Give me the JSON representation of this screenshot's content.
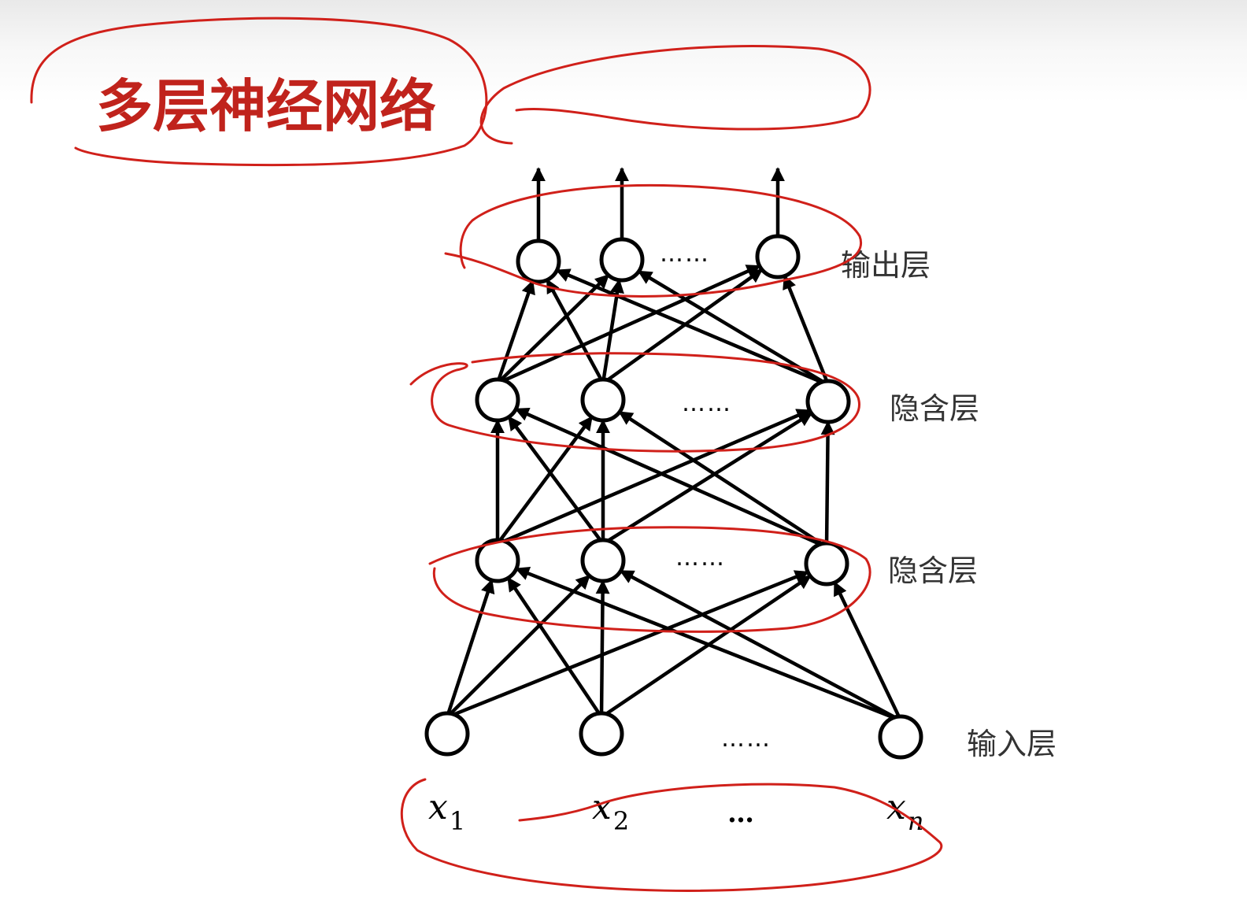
{
  "title": "多层神经网络",
  "layers": {
    "output": {
      "label": "输出层",
      "ellipsis": "……"
    },
    "hidden2": {
      "label": "隐含层",
      "ellipsis": "……"
    },
    "hidden1": {
      "label": "隐含层",
      "ellipsis": "……"
    },
    "input": {
      "label": "输入层",
      "ellipsis": "……"
    }
  },
  "inputs": {
    "x1": {
      "base": "x",
      "sub": "1"
    },
    "x2": {
      "base": "x",
      "sub": "2"
    },
    "ellipsis": "…",
    "xn": {
      "base": "x",
      "sub": "n"
    }
  },
  "colors": {
    "annotation": "#d0201a",
    "title": "#c0231c",
    "diagram": "#000000",
    "label": "#333333"
  }
}
